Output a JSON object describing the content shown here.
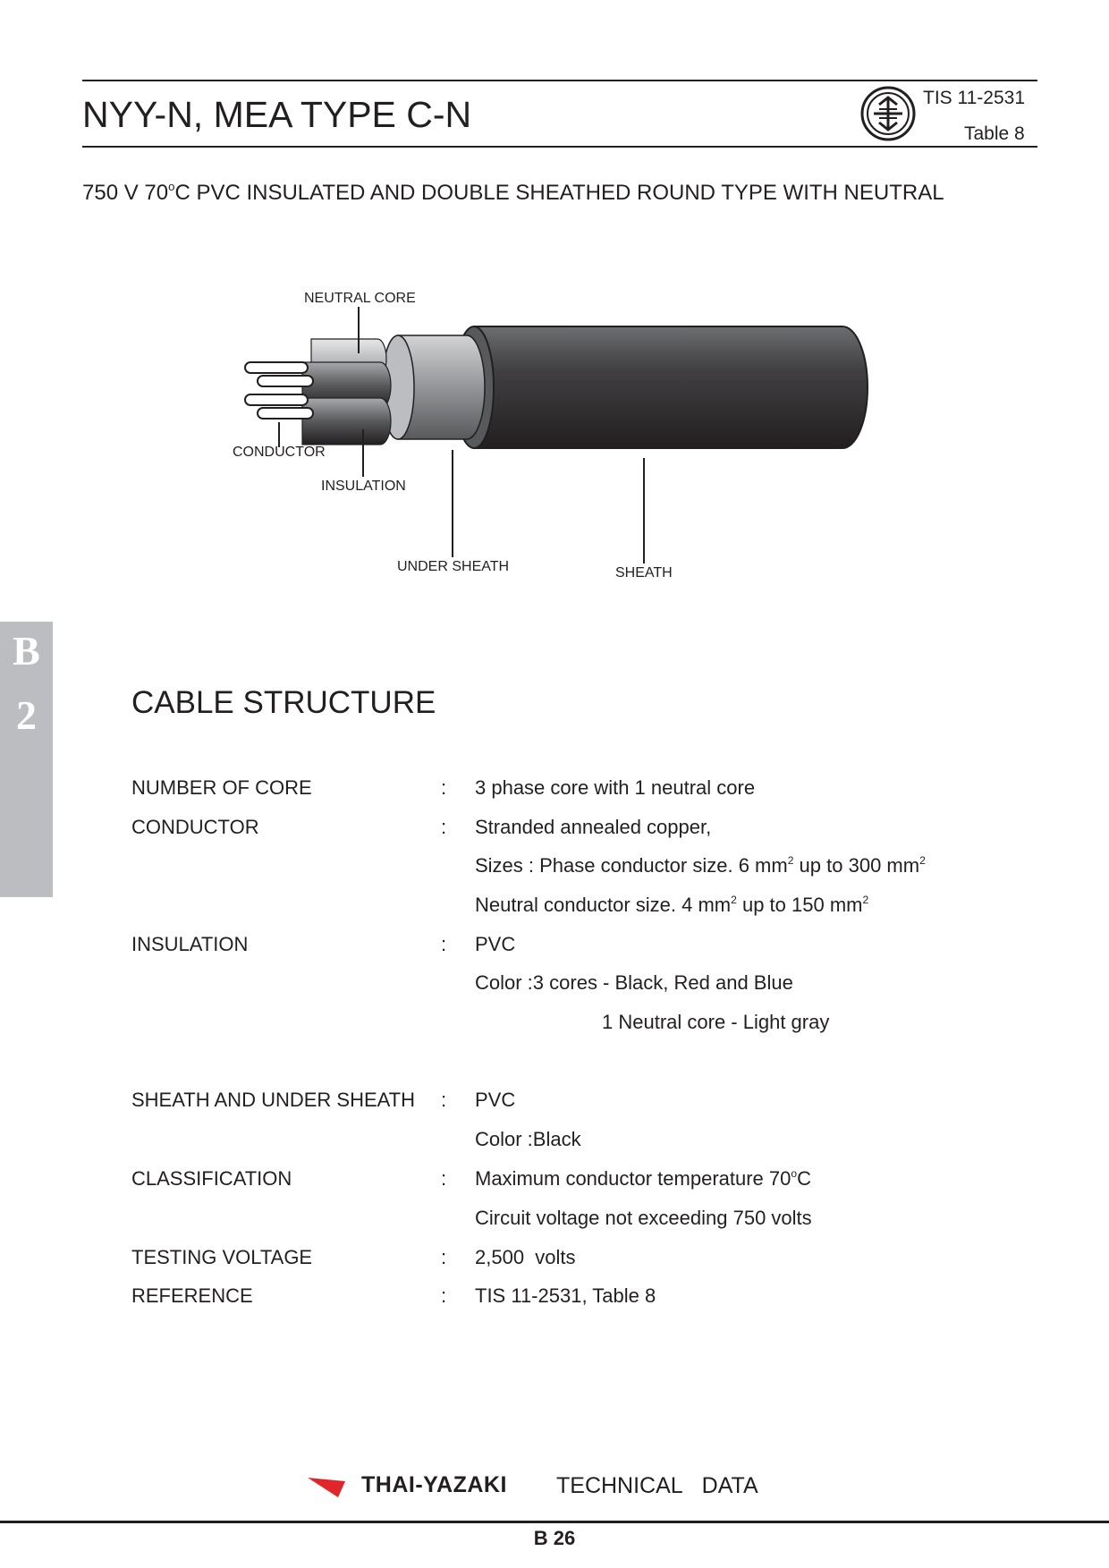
{
  "header": {
    "title": "NYY-N, MEA TYPE C-N",
    "standard": "TIS 11-2531",
    "table": "Table 8",
    "subtitle_pre": "750 V 70",
    "subtitle_deg": "o",
    "subtitle_post": "C PVC INSULATED AND DOUBLE SHEATHED ROUND TYPE WITH NEUTRAL"
  },
  "diagram": {
    "labels": {
      "neutral_core": "NEUTRAL CORE",
      "conductor": "CONDUCTOR",
      "insulation": "INSULATION",
      "under_sheath": "UNDER SHEATH",
      "sheath": "SHEATH"
    }
  },
  "side_tab": {
    "letter": "B",
    "number": "2"
  },
  "section": {
    "title": "CABLE STRUCTURE"
  },
  "spec": {
    "number_of_core": {
      "label": "NUMBER OF CORE",
      "value": "3 phase core with 1 neutral core"
    },
    "conductor": {
      "label": "CONDUCTOR",
      "value": "Stranded annealed copper,",
      "sizes_pre": "Sizes : Phase conductor size. 6 mm",
      "sizes_mid": " up to 300 mm",
      "neutral_pre": "Neutral conductor size. 4 mm",
      "neutral_mid": " up to 150 mm",
      "sq": "2"
    },
    "insulation": {
      "label": "INSULATION",
      "value": "PVC",
      "color": "Color :3 cores - Black, Red and Blue",
      "color_neutral": "1 Neutral core - Light gray"
    },
    "sheath": {
      "label": "SHEATH AND UNDER SHEATH",
      "value": "PVC",
      "color": "Color :Black"
    },
    "classification": {
      "label": "CLASSIFICATION",
      "temp_pre": "Maximum conductor temperature 70",
      "temp_deg": "o",
      "temp_post": "C",
      "voltage": "Circuit voltage not exceeding 750 volts"
    },
    "testing_voltage": {
      "label": "TESTING VOLTAGE",
      "value": "2,500  volts"
    },
    "reference": {
      "label": "REFERENCE",
      "value": "TIS 11-2531, Table 8"
    },
    "colon": ":"
  },
  "footer": {
    "brand": "THAI-YAZAKI",
    "tail": "TECHNICAL  DATA",
    "page": "B 26"
  },
  "colors": {
    "text": "#231f20",
    "tab": "#bcbdc0",
    "brand_red": "#e0262b"
  }
}
